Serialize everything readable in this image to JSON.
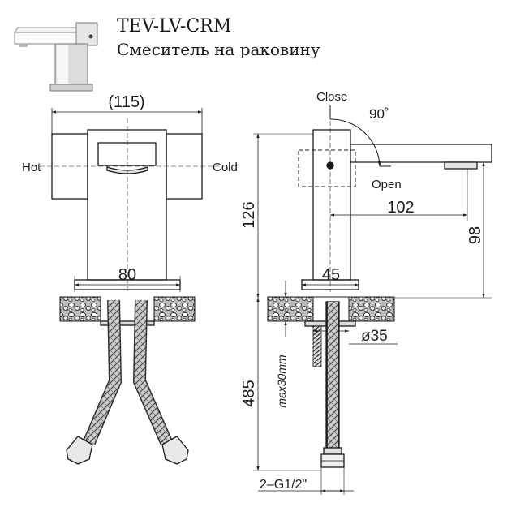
{
  "header": {
    "model": "TEV-LV-CRM",
    "description": "Смеситель на раковину"
  },
  "drawing": {
    "front_view": {
      "overall_width": "(115)",
      "base_width": "80",
      "hot_label": "Hot",
      "cold_label": "Cold"
    },
    "side_view": {
      "close_label": "Close",
      "angle_label": "90˚",
      "open_label": "Open",
      "spout_reach": "102",
      "body_height": "126",
      "spout_height": "98",
      "body_depth": "45",
      "hole_diameter": "ø35",
      "hose_length": "485",
      "max_thickness": "max30mm",
      "connection": "2–G1/2\""
    }
  }
}
